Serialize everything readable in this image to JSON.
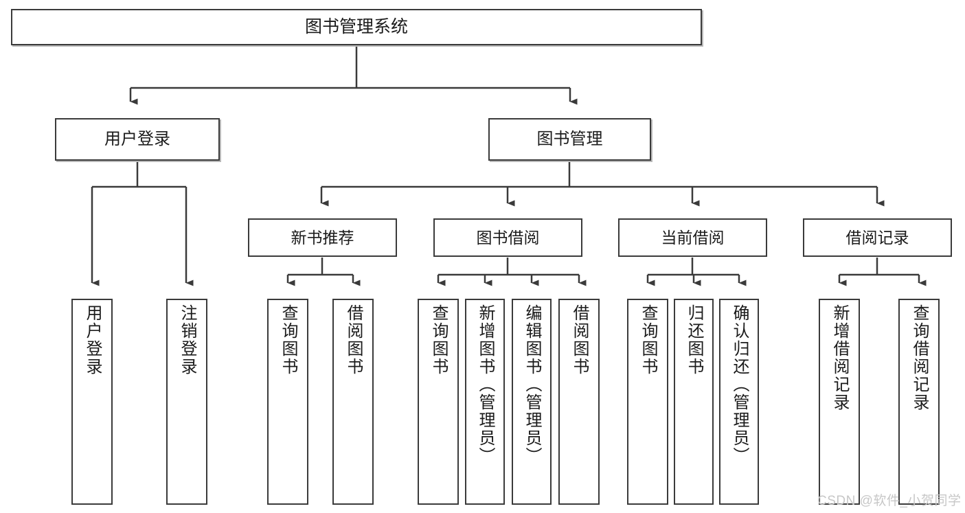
{
  "diagram": {
    "title": "图书管理系统",
    "type": "tree-hierarchy-chart",
    "root": {
      "id": "root",
      "label": "图书管理系统"
    },
    "level2": [
      {
        "id": "user-login",
        "label": "用户登录"
      },
      {
        "id": "book-manage",
        "label": "图书管理"
      }
    ],
    "level3": [
      {
        "id": "new-book-rec",
        "label": "新书推荐"
      },
      {
        "id": "book-borrow",
        "label": "图书借阅"
      },
      {
        "id": "current-borrow",
        "label": "当前借阅"
      },
      {
        "id": "borrow-record",
        "label": "借阅记录"
      }
    ],
    "leaves": [
      {
        "id": "leaf-user-login",
        "label": "用户登录",
        "parent": "user-login"
      },
      {
        "id": "leaf-user-logout",
        "label": "注销登录",
        "parent": "user-login"
      },
      {
        "id": "leaf-query-book-1",
        "label": "查询图书",
        "parent": "new-book-rec"
      },
      {
        "id": "leaf-borrow-book-1",
        "label": "借阅图书",
        "parent": "new-book-rec"
      },
      {
        "id": "leaf-query-book-2",
        "label": "查询图书",
        "parent": "book-borrow"
      },
      {
        "id": "leaf-add-book",
        "label": "新增图书（管理员）",
        "parent": "book-borrow"
      },
      {
        "id": "leaf-edit-book",
        "label": "编辑图书（管理员）",
        "parent": "book-borrow"
      },
      {
        "id": "leaf-borrow-book-2",
        "label": "借阅图书",
        "parent": "book-borrow"
      },
      {
        "id": "leaf-query-book-3",
        "label": "查询图书",
        "parent": "current-borrow"
      },
      {
        "id": "leaf-return-book",
        "label": "归还图书",
        "parent": "current-borrow"
      },
      {
        "id": "leaf-confirm-return",
        "label": "确认归还（管理员）",
        "parent": "current-borrow"
      },
      {
        "id": "leaf-add-record",
        "label": "新增借阅记录",
        "parent": "borrow-record"
      },
      {
        "id": "leaf-query-record",
        "label": "查询借阅记录",
        "parent": "borrow-record"
      }
    ]
  },
  "watermark": {
    "text": "CSDN @软件_小贺同学"
  },
  "colors": {
    "border": "#3a3a3a",
    "text": "#1b1b1b",
    "background": "#ffffff",
    "watermark": "#c7c7c7"
  }
}
